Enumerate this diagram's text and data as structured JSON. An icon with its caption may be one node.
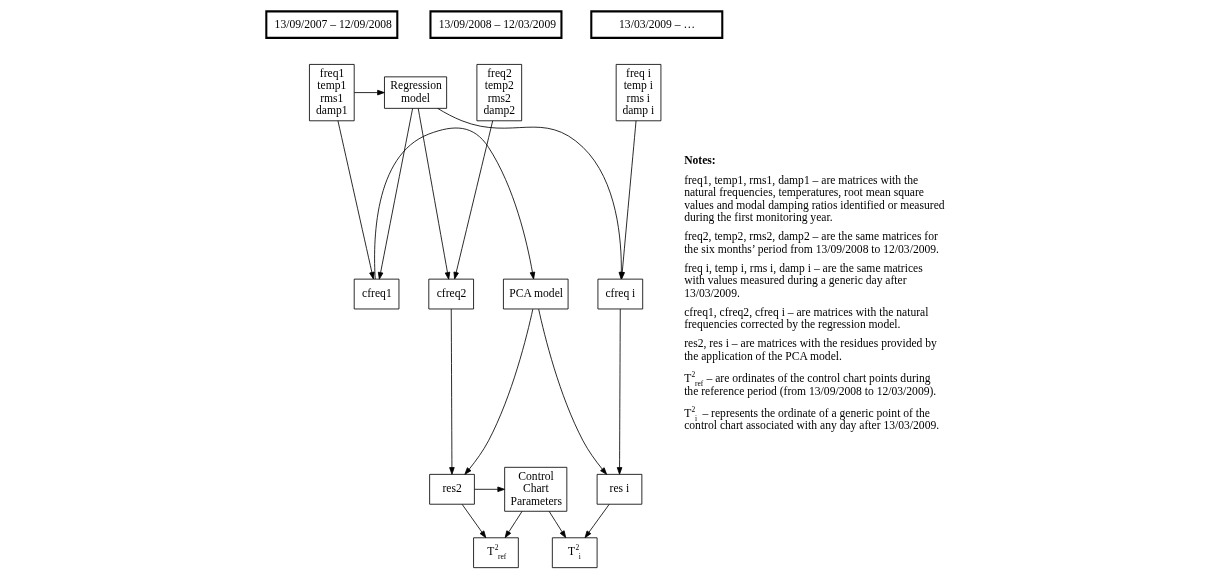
{
  "diagram": {
    "nodes": [
      {
        "text": [
          "13/09/2007 – 12/09/2008"
        ]
      },
      {
        "text": [
          "13/09/2008 – 12/03/2009"
        ]
      },
      {
        "text": [
          "13/03/2009 – …"
        ]
      },
      {
        "text": [
          "freq1 temp1 rms1 damp1"
        ]
      },
      {
        "text": [
          "Regression model"
        ]
      },
      {
        "text": [
          "freq2 temp2 rms2 damp2"
        ]
      },
      {
        "text": [
          "freq i temp i rms i damp i"
        ]
      },
      {
        "text": [
          "cfreq1"
        ]
      },
      {
        "text": [
          "PCA model"
        ]
      },
      {
        "text": [
          "cfreq2"
        ]
      },
      {
        "text": [
          "cfreq i"
        ]
      },
      {
        "text": [
          "res2"
        ]
      },
      {
        "text": [
          "Control Chart Parameters"
        ]
      },
      {
        "text": [
          "res i"
        ]
      },
      {
        "text": [
          "T$^{2}$$_{ref}$"
        ]
      },
      {
        "text": [
          "T$^{2}$$_{i}$"
        ]
      }
    ],
    "edges": [
      {
        "from": 3,
        "to": 4,
        "arrow": "to"
      },
      {
        "from": 3,
        "to": 7,
        "arrow": "to"
      },
      {
        "from": 4,
        "to": 7,
        "arrow": "to"
      },
      {
        "from": 4,
        "to": 9,
        "arrow": "to"
      },
      {
        "from": 4,
        "to": 10,
        "arrow": "to"
      },
      {
        "from": 5,
        "to": 9,
        "arrow": "to"
      },
      {
        "from": 6,
        "to": 10,
        "arrow": "to"
      },
      {
        "from": 7,
        "to": 8,
        "arrow": "to"
      },
      {
        "from": 8,
        "to": 11,
        "arrow": "to"
      },
      {
        "from": 9,
        "to": 11,
        "arrow": "to"
      },
      {
        "from": 8,
        "to": 13,
        "arrow": "to"
      },
      {
        "from": 10,
        "to": 13,
        "arrow": "to"
      },
      {
        "from": 11,
        "to": 12,
        "arrow": "to"
      },
      {
        "from": 11,
        "to": 14,
        "arrow": "to"
      },
      {
        "from": 12,
        "to": 14,
        "arrow": "to"
      },
      {
        "from": 12,
        "to": 15,
        "arrow": "to"
      },
      {
        "from": 13,
        "to": 15,
        "arrow": "to"
      }
    ],
    "labels": [
      "Notes:",
      "freq1, temp1, rms1, damp1 – are matrices with the natural frequencies, temperatures, root mean square values and modal damping ratios identified or measured during the first monitoring year.",
      "freq2, temp2, rms2, damp2 – are the same matrices for the six months’ period from 13/09/2008 to 12/03/2009.",
      "freq i, temp i, rms i, damp i – are the same matrices with values measured during a generic day after 13/03/2009.",
      "cfreq1, cfreq2, cfreq i – are matrices with the natural frequencies corrected by the regression model.",
      "res2, res i – are matrices with the residues provided by the application of the PCA model.",
      "T$^{2}$$_{ref}$ – are ordinates of the control chart points during the reference period (from 13/09/2008 to 12/03/2009).",
      "T$^{2}$$_{i}$ – represents the ordinate of a generic point of the control chart associated with any day after 13/03/2009."
    ]
  }
}
